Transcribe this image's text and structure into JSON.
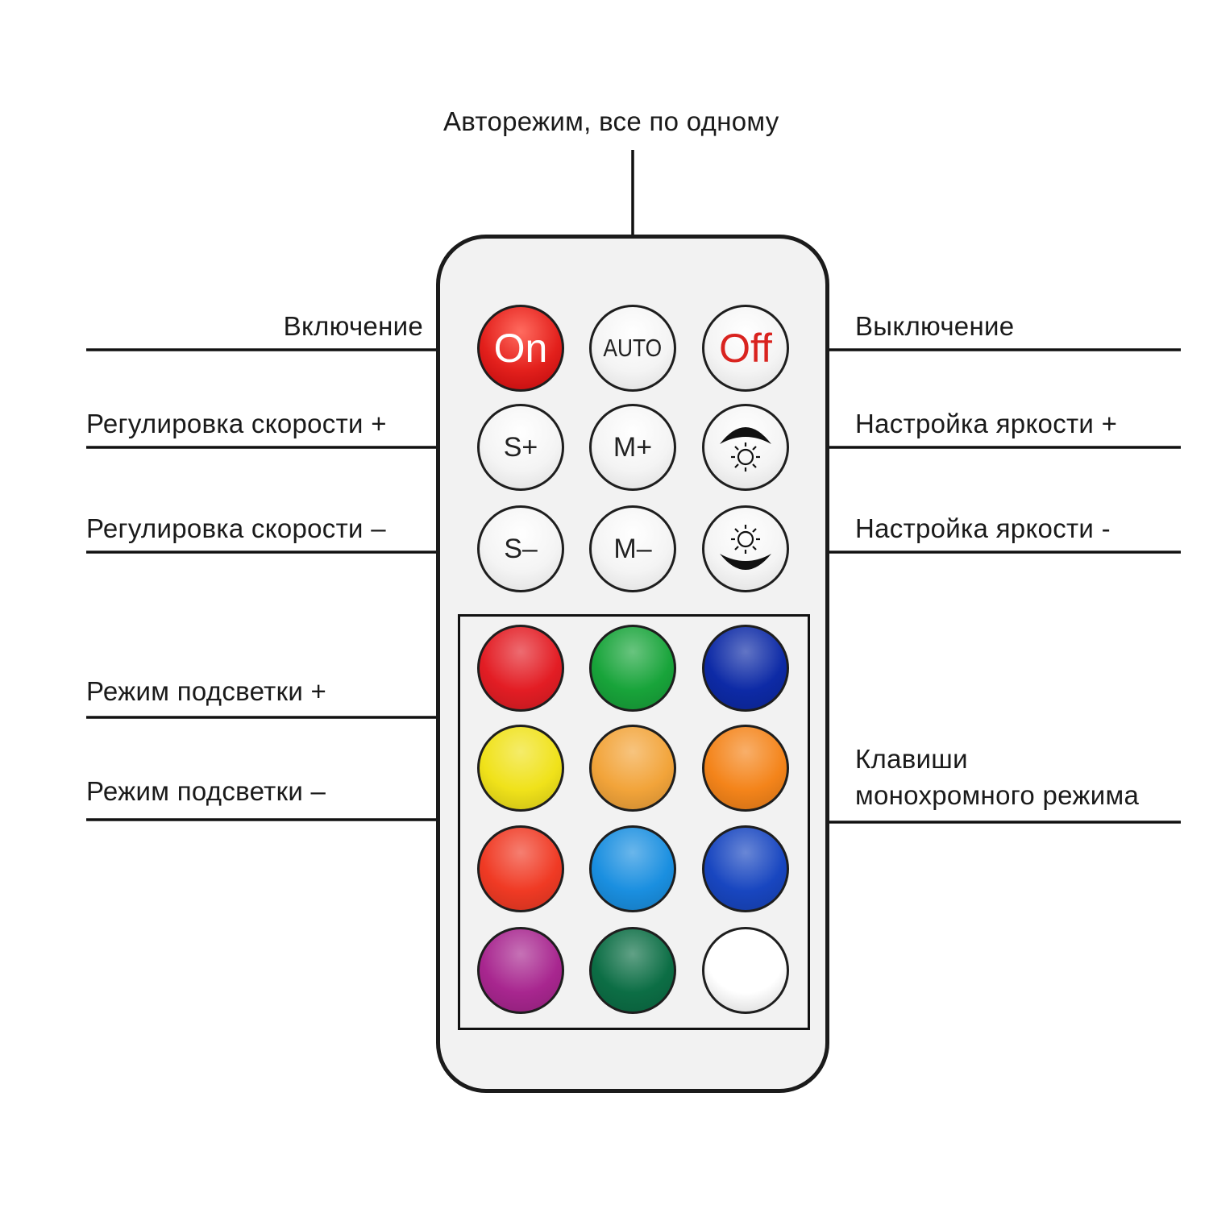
{
  "labels": {
    "auto": "Авторежим, все по одному",
    "on": "Включение",
    "off": "Выключение",
    "speed_plus": "Регулировка скорости +",
    "speed_minus": "Регулировка скорости –",
    "bright_plus": "Настройка яркости +",
    "bright_minus": "Настройка яркости -",
    "mode_plus": "Режим подсветки +",
    "mode_minus": "Режим подсветки –",
    "mono_line1": "Клавиши",
    "mono_line2": "монохромного режима"
  },
  "buttons": {
    "on": "On",
    "auto": "AUTO",
    "off": "Off",
    "s_plus": "S+",
    "m_plus": "M+",
    "s_minus": "S–",
    "m_minus": "M–"
  },
  "icons": {
    "bright_plus": "brightness-up-icon",
    "bright_minus": "brightness-down-icon"
  },
  "color_keys": [
    {
      "name": "red",
      "color": "#e31d24"
    },
    {
      "name": "green",
      "color": "#18a43a"
    },
    {
      "name": "blue",
      "color": "#0d2aa6"
    },
    {
      "name": "yellow",
      "color": "#f0e21a"
    },
    {
      "name": "amber",
      "color": "#f2a43a"
    },
    {
      "name": "orange",
      "color": "#f4841a"
    },
    {
      "name": "red-orange",
      "color": "#f03a24"
    },
    {
      "name": "sky-blue",
      "color": "#1a8fe0"
    },
    {
      "name": "royal-blue",
      "color": "#1846c0"
    },
    {
      "name": "purple",
      "color": "#a8268f"
    },
    {
      "name": "dark-green",
      "color": "#0c6e45"
    },
    {
      "name": "white",
      "color": "#ffffff"
    }
  ],
  "colors": {
    "on_button": "#e0161a",
    "line": "#111111"
  }
}
